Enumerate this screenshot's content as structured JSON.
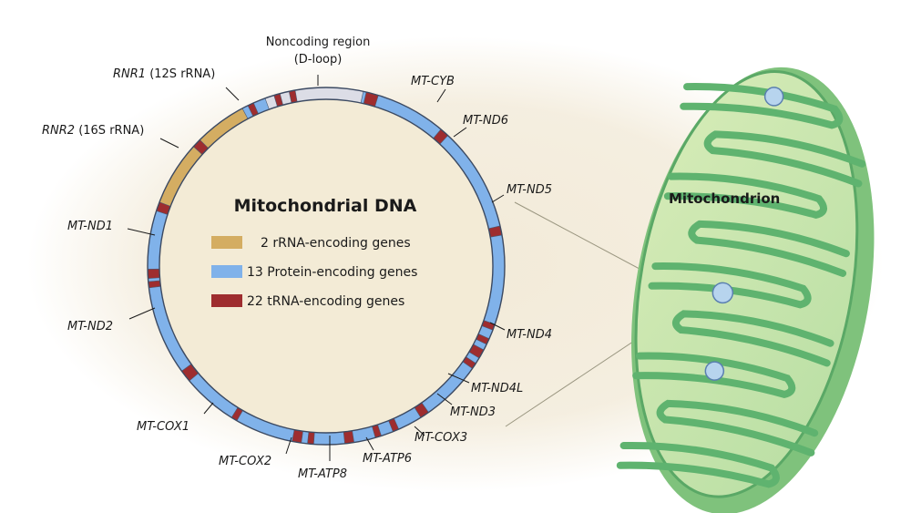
{
  "title": "Mitochondrial DNA",
  "legend": [
    {
      "label": "2 rRNA-encoding genes",
      "color": "#d4ad62"
    },
    {
      "label": "13 Protein-encoding genes",
      "color": "#80b2ea"
    },
    {
      "label": "22 tRNA-encoding genes",
      "color": "#9e2d2f"
    }
  ],
  "mitochondrion_label": "Mitochondrion",
  "labels": {
    "noncoding_line1": "Noncoding region",
    "noncoding_line2": "(D-loop)",
    "rnr1_gene": "RNR1",
    "rnr1_note": " (12S rRNA)",
    "rnr2_gene": "RNR2",
    "rnr2_note": " (16S rRNA)",
    "mt_cyb": "MT-CYB",
    "mt_nd6": "MT-ND6",
    "mt_nd5": "MT-ND5",
    "mt_nd1": "MT-ND1",
    "mt_nd2": "MT-ND2",
    "mt_nd4": "MT-ND4",
    "mt_nd4l": "MT-ND4L",
    "mt_nd3": "MT-ND3",
    "mt_cox3": "MT-COX3",
    "mt_atp6": "MT-ATP6",
    "mt_atp8": "MT-ATP8",
    "mt_cox2": "MT-COX2",
    "mt_cox1": "MT-COX1"
  },
  "colors": {
    "background_glow": "#f2ead8",
    "rrna": "#d4ad62",
    "protein": "#80b2ea",
    "trna": "#9e2d2f",
    "noncoding": "#dcdde6",
    "mito_outer": "#8fcc8a",
    "mito_inner": "#dff0c8",
    "mito_cristae": "#6fbf78"
  }
}
